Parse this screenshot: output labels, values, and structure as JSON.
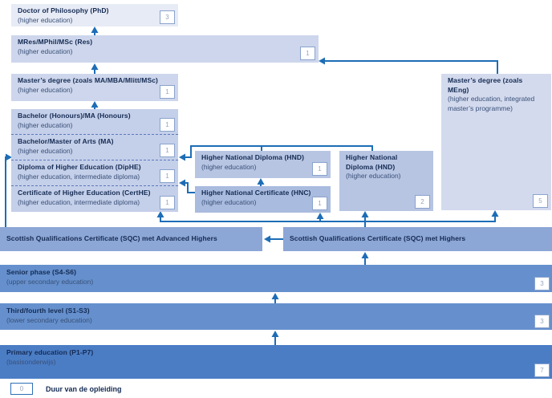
{
  "legend": {
    "badge": "0",
    "label": "Duur van de opleiding"
  },
  "colors": {
    "arrow": "#1d6db6",
    "box_lightest": "#e7ebf6",
    "box_light": "#cdd6ec",
    "box_group": "#c4cfe9",
    "box_hnd": "#b7c5e3",
    "box_hnc": "#a9bbde",
    "box_meng": "#d3daee",
    "box_sqc": "#8ca6d5",
    "band_secondary": "#6590cd",
    "band_primary": "#4b7dc5",
    "title_text": "#142a52",
    "badge_text": "#98a5ba"
  },
  "nodes": {
    "phd": {
      "title": "Doctor of Philosophy (PhD)",
      "subtitle": "(higher education)",
      "badge": "3"
    },
    "mres": {
      "title": "MRes/MPhil/MSc (Res)",
      "subtitle": "(higher education)",
      "badge": "1"
    },
    "masters": {
      "title": "Master’s degree (zoals MA/MBA/Mlitt/MSc)",
      "subtitle": "(higher education)",
      "badge": "1"
    },
    "honours": {
      "title": "Bachelor (Honours)/MA (Honours)",
      "subtitle": "(higher education)",
      "badge": "1"
    },
    "ma": {
      "title": "Bachelor/Master of Arts (MA)",
      "subtitle": "(higher education)",
      "badge": "1"
    },
    "diphe": {
      "title": "Diploma of Higher Education (DipHE)",
      "subtitle": "(higher education, intermediate diploma)",
      "badge": "1"
    },
    "certhe": {
      "title": "Certificate of Higher Education (CertHE)",
      "subtitle": "(higher education, intermediate diploma)",
      "badge": "1"
    },
    "hnd1": {
      "title": "Higher National Diploma (HND)",
      "subtitle": "(higher education)",
      "badge": "1"
    },
    "hnc": {
      "title": "Higher National Certificate (HNC)",
      "subtitle": "(higher education)",
      "badge": "1"
    },
    "hnd2": {
      "title": "Higher National Diploma (HND)",
      "subtitle": "(higher education)",
      "badge": "2"
    },
    "meng": {
      "title": "Master’s degree (zoals MEng)",
      "subtitle": "(higher education, integrated master’s programme)",
      "badge": "5"
    },
    "sqcadv": {
      "title": "Scottish Qualifications Certificate (SQC) met Advanced Highers"
    },
    "sqchigh": {
      "title": "Scottish Qualifications Certificate (SQC) met Highers"
    },
    "senior": {
      "title": "Senior phase (S4-S6)",
      "subtitle": "(upper secondary education)",
      "badge": "3"
    },
    "third": {
      "title": "Third/fourth level (S1-S3)",
      "subtitle": "(lower secondary education)",
      "badge": "3"
    },
    "primary": {
      "title": "Primary education (P1-P7)",
      "subtitle": "(basisonderwijs)",
      "badge": "7"
    }
  }
}
